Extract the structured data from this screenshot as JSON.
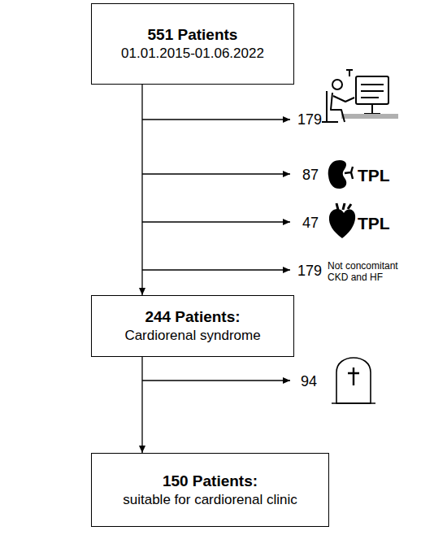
{
  "diagram": {
    "nodes": [
      {
        "text": [
          "551 Patients",
          "01.01.2015-01.06.2022"
        ]
      },
      {
        "text": [
          "244 Patients:",
          "Cardiorenal syndrome"
        ]
      },
      {
        "text": [
          "150 Patients:",
          "suitable for cardiorenal clinic"
        ]
      }
    ],
    "edges": [
      {
        "from": 0,
        "to": 1,
        "arrow": "to"
      },
      {
        "from": 1,
        "to": 2,
        "arrow": "to"
      }
    ],
    "labels": [
      "179",
      "87",
      "TPL",
      "47",
      "TPL",
      "179",
      "Not concomitant CKD and HF",
      "94"
    ]
  }
}
